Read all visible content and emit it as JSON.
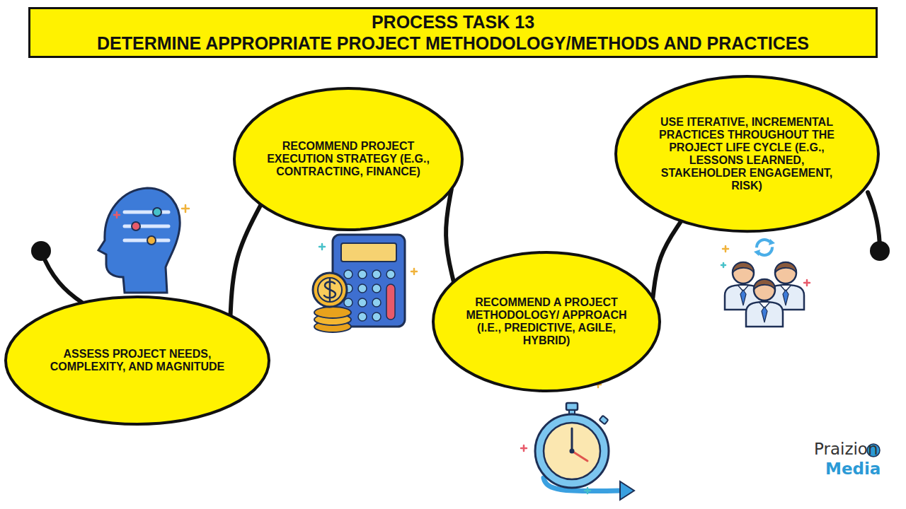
{
  "diagram": {
    "title": "PROCESS TASK 13",
    "nodes": [
      {
        "text": [
          "ASSESS PROJECT NEEDS, COMPLEXITY, AND MAGNITUDE"
        ]
      },
      {
        "text": [
          "RECOMMEND PROJECT EXECUTION STRATEGY (E.G., CONTRACTING, FINANCE)"
        ]
      },
      {
        "text": [
          "RECOMMEND A PROJECT METHODOLOGY/ APPROACH (I.E., PREDICTIVE, AGILE, HYBRID)"
        ]
      },
      {
        "text": [
          "USE ITERATIVE, INCREMENTAL PRACTICES THROUGHOUT THE PROJECT LIFE CYCLE (E.G., LESSONS LEARNED, STAKEHOLDER ENGAGEMENT, RISK)"
        ]
      }
    ],
    "edges": [
      {
        "from": 0,
        "to": 1,
        "arrow": "none"
      },
      {
        "from": 1,
        "to": 2,
        "arrow": "none"
      },
      {
        "from": 2,
        "to": 3,
        "arrow": "none"
      }
    ],
    "labels": [
      "DETERMINE APPROPRIATE PROJECT METHODOLOGY/METHODS AND PRACTICES",
      "Praizion",
      "Media"
    ]
  }
}
